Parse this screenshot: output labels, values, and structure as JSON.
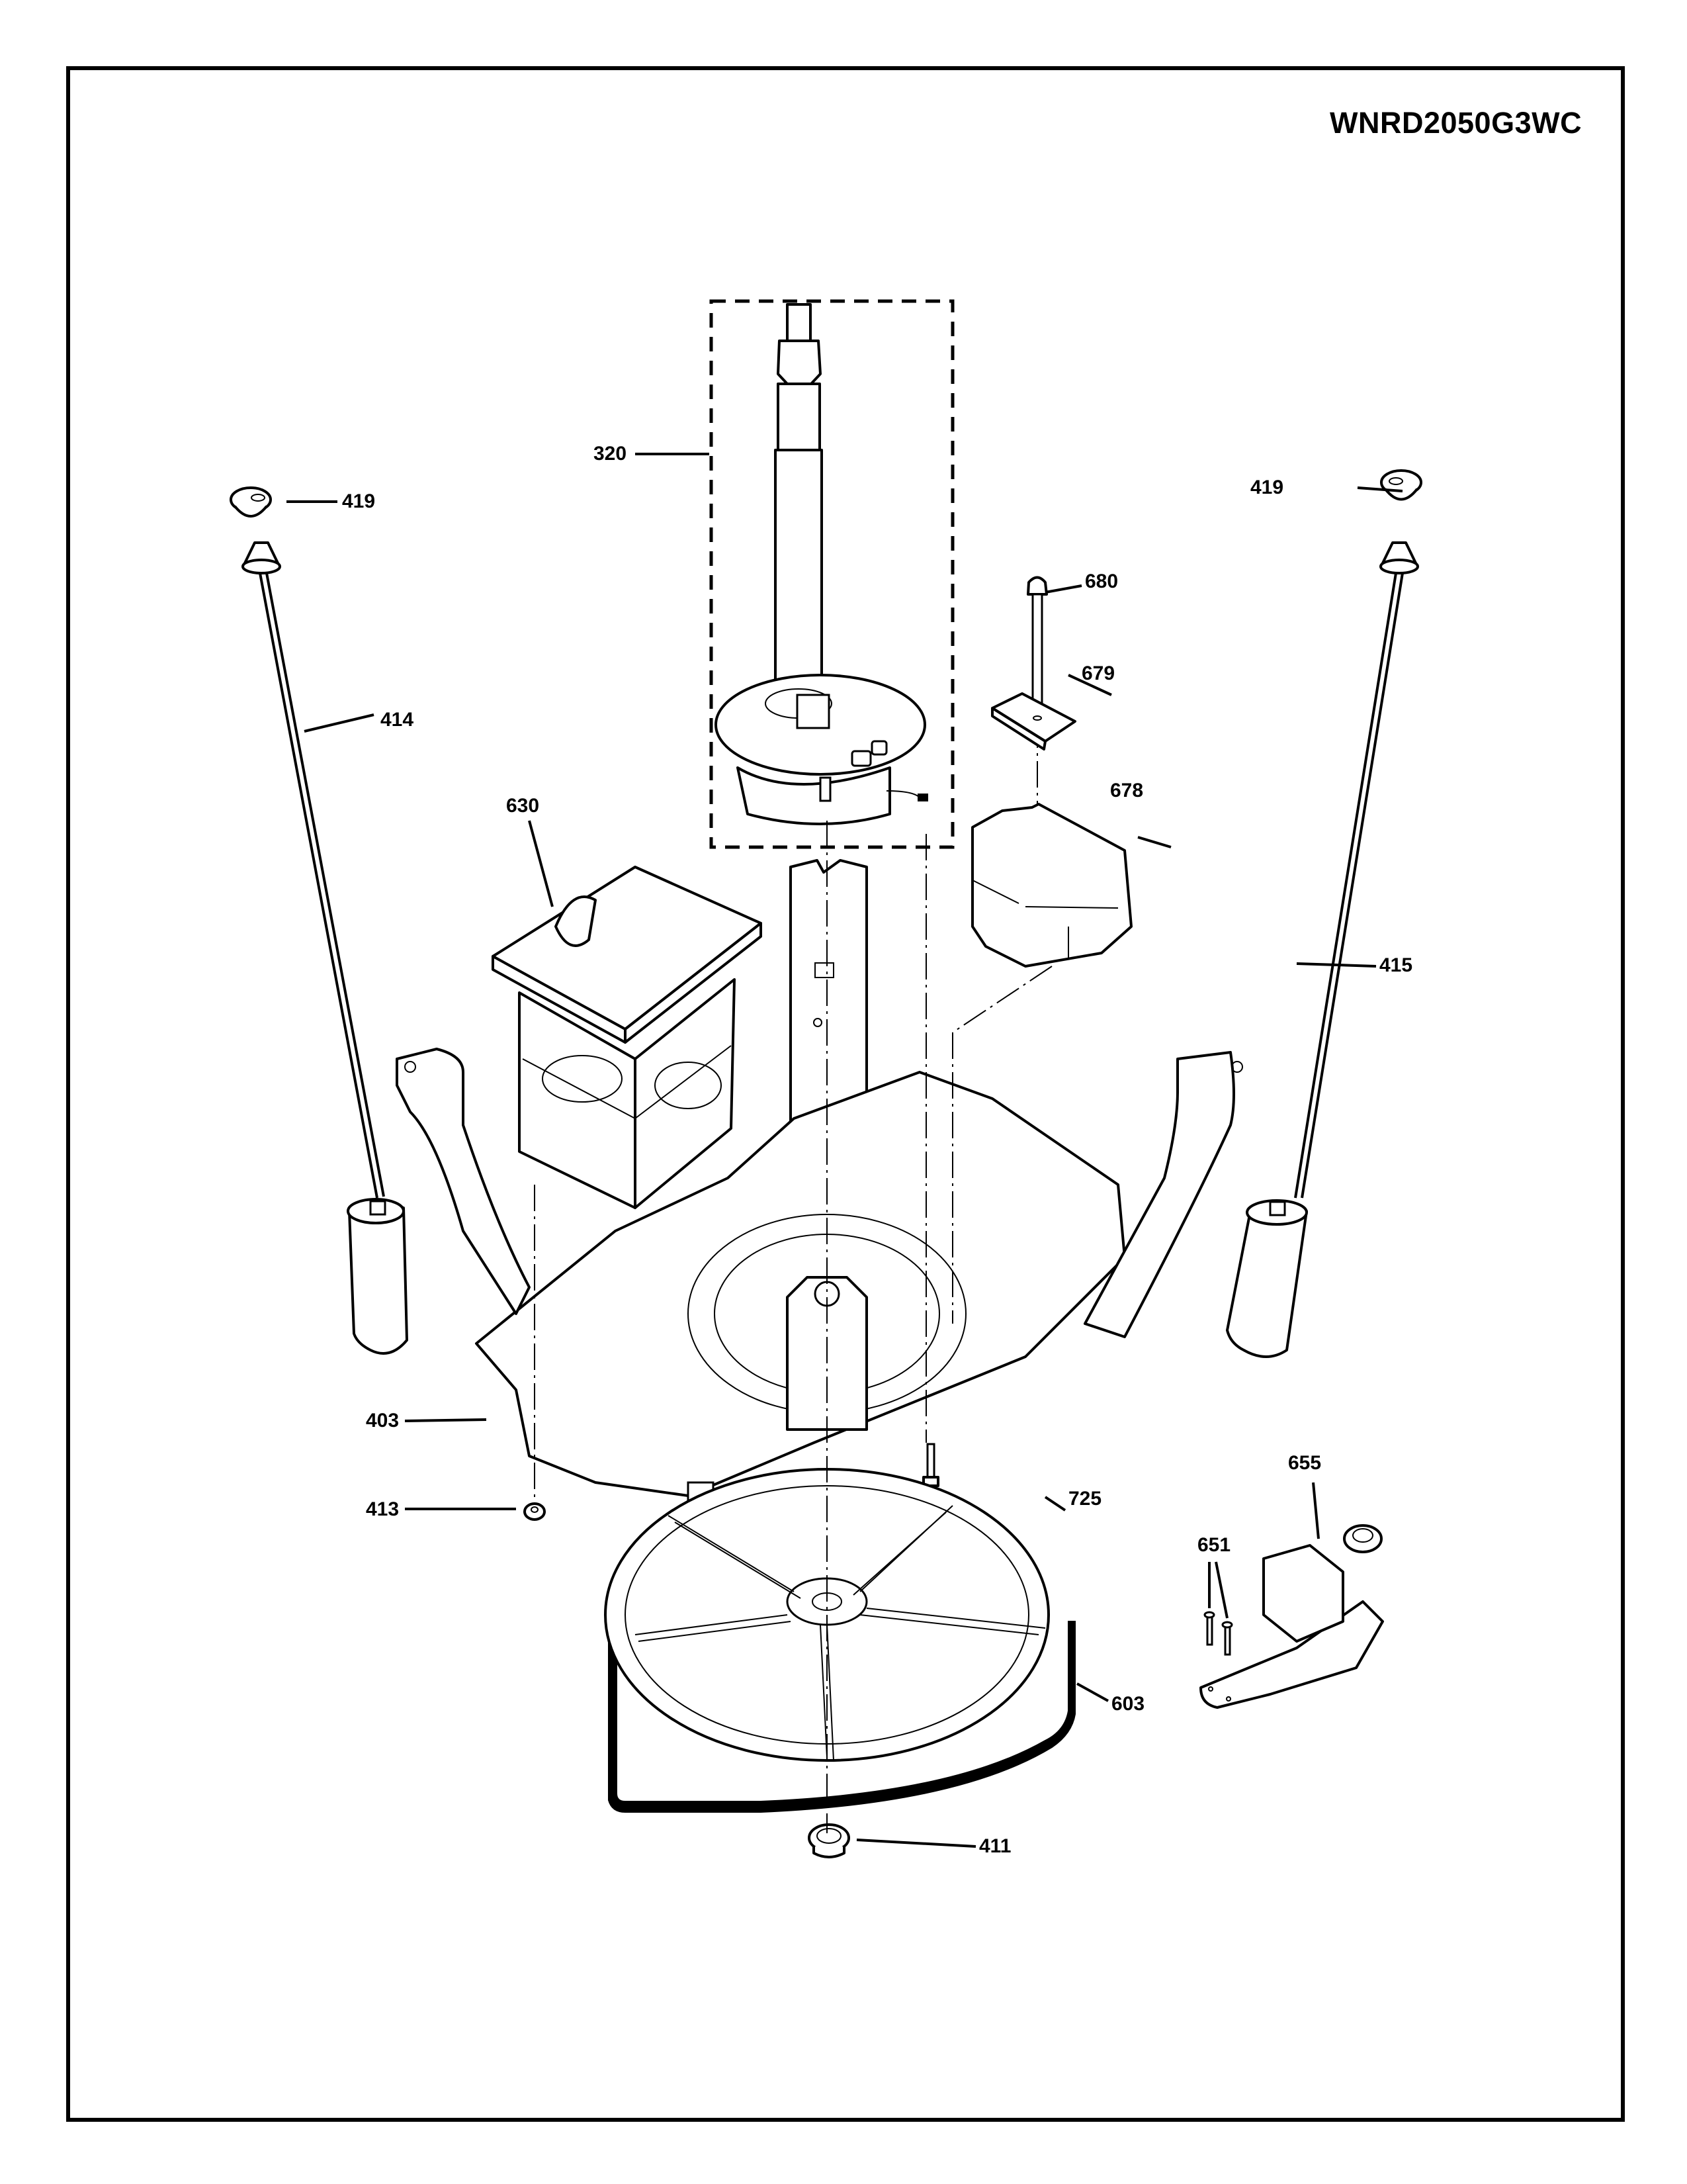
{
  "page": {
    "model_number": "WNRD2050G3WC",
    "diagram_type": "exploded parts diagram"
  },
  "parts": [
    {
      "callout": "320",
      "description": "shaft and bearing assembly (dashed group box)"
    },
    {
      "callout": "419",
      "description": "suspension rod cap (left)"
    },
    {
      "callout": "419",
      "description": "suspension rod cap (right)"
    },
    {
      "callout": "414",
      "description": "suspension rod (left)"
    },
    {
      "callout": "415",
      "description": "suspension rod (right)"
    },
    {
      "callout": "680",
      "description": "bolt"
    },
    {
      "callout": "679",
      "description": "plate"
    },
    {
      "callout": "678",
      "description": "counterweight block"
    },
    {
      "callout": "630",
      "description": "motor"
    },
    {
      "callout": "403",
      "description": "base platform"
    },
    {
      "callout": "413",
      "description": "grommet / washer"
    },
    {
      "callout": "655",
      "description": "shift actuator / drain pump"
    },
    {
      "callout": "651",
      "description": "screws"
    },
    {
      "callout": "725",
      "description": "pulley"
    },
    {
      "callout": "603",
      "description": "drive belt"
    },
    {
      "callout": "411",
      "description": "nut"
    }
  ]
}
